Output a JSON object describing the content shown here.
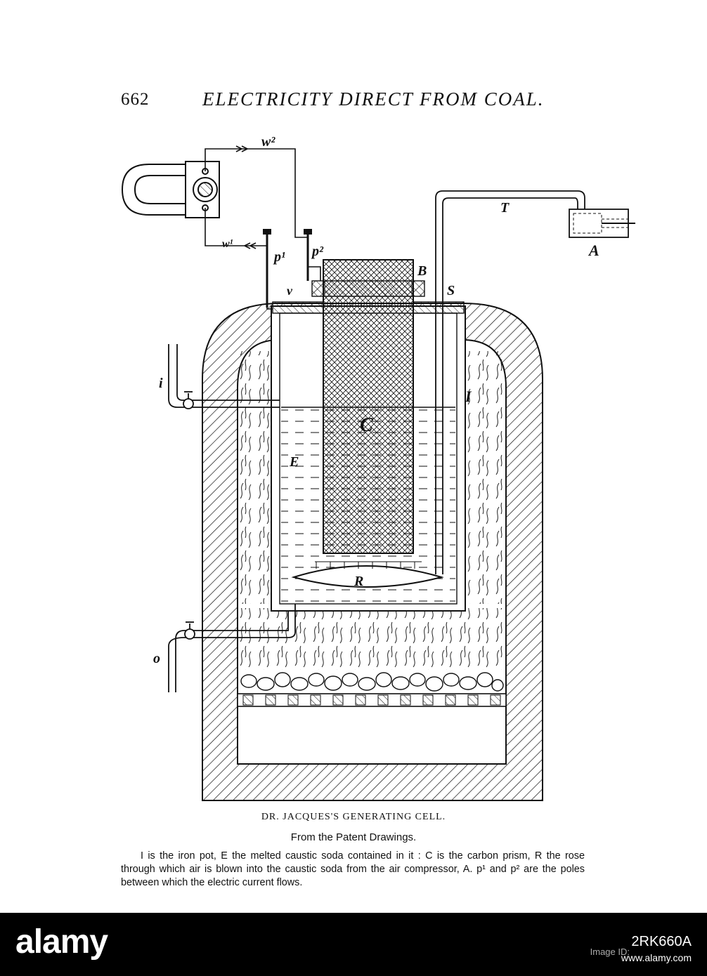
{
  "header": {
    "page_number": "662",
    "running_title": "ELECTRICITY DIRECT FROM COAL."
  },
  "figure": {
    "labels": {
      "w2": "w²",
      "w1": "w¹",
      "p1": "p¹",
      "p2": "p²",
      "B": "B",
      "S": "S",
      "T": "T",
      "A": "A",
      "v": "v",
      "i": "i",
      "I": "I",
      "C": "C",
      "E": "E",
      "R": "R",
      "o": "o"
    }
  },
  "caption": {
    "title": "DR. JACQUES'S GENERATING CELL.",
    "source": "From the Patent Drawings.",
    "body": "I is the iron pot, E the melted caustic soda contained in it : C is the carbon prism, R the rose through which air is blown into the caustic soda from the air compressor, A.  p¹ and p² are the poles between which the electric current flows."
  },
  "watermark": {
    "logo": "alamy",
    "image_id_label": "Image ID:",
    "image_id": "2RK660A",
    "url": "www.alamy.com"
  }
}
